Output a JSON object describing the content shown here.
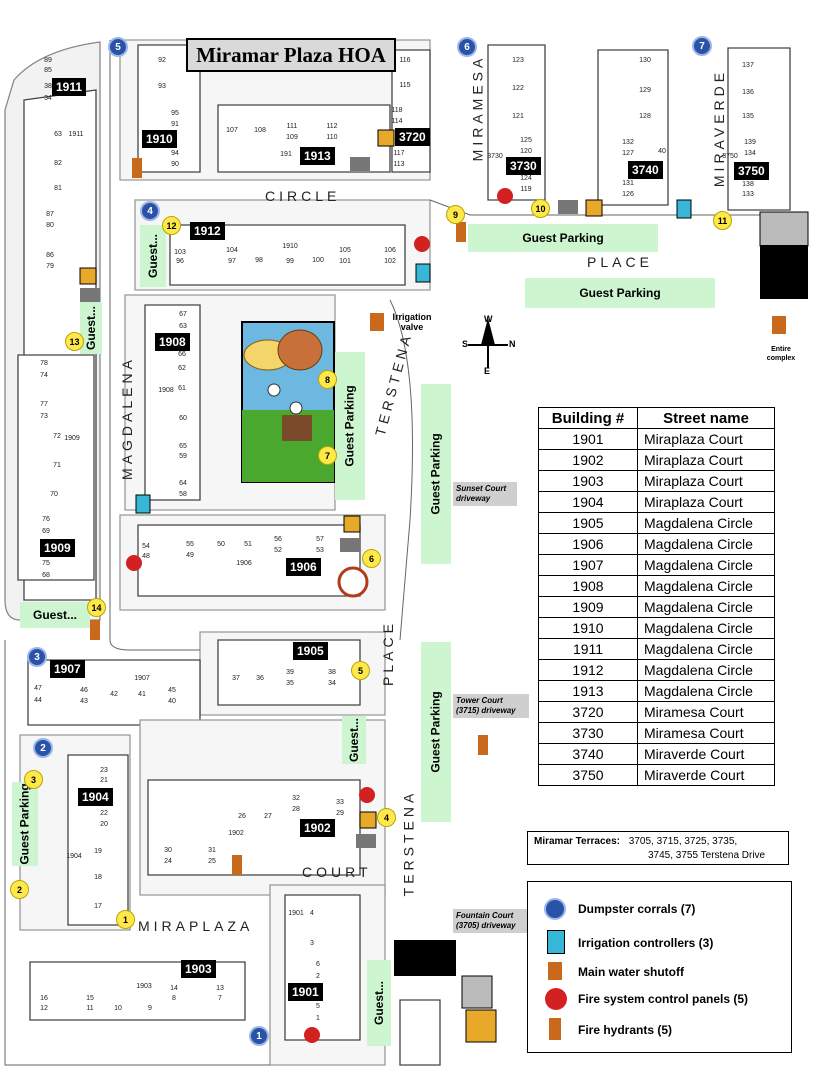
{
  "title": "Miramar Plaza HOA",
  "streets": {
    "circle": "CIRCLE",
    "place_top": "PLACE",
    "magdalena": "MAGDALENA",
    "miramesa": "MIRAMESA",
    "miraverde": "MIRAVERDE",
    "terstena_upper": "TERSTENA",
    "place_mid": "PLACE",
    "court": "COURT",
    "miraplaza": "MIRAPLAZA",
    "terstena_lower": "TERSTENA"
  },
  "buildings": [
    "1911",
    "1910",
    "1913",
    "3720",
    "3730",
    "3740",
    "3750",
    "1912",
    "1908",
    "1909",
    "1906",
    "1907",
    "1905",
    "1904",
    "1902",
    "1903",
    "1901"
  ],
  "guest_parking": {
    "top_center": "Guest Parking",
    "top_right": "Guest Parking",
    "left_12": "Guest...",
    "left_13": "Guest...",
    "center_vertical": "Guest Parking",
    "right_vertical_upper": "Guest Parking",
    "left_14": "Guest...",
    "right_vertical_lower": "Guest Parking",
    "mid_small": "Guest...",
    "left_lower": "Guest Parking",
    "bottom_small": "Guest..."
  },
  "markers": [
    "1",
    "2",
    "3",
    "4",
    "5",
    "6",
    "7",
    "8",
    "9",
    "10",
    "11",
    "12",
    "13",
    "14"
  ],
  "dumpsters": [
    "1",
    "2",
    "3",
    "4",
    "5",
    "6",
    "7"
  ],
  "irrigation_valve": "Irrigation valve",
  "entire_complex": "Entire complex",
  "compass": {
    "n": "N",
    "s": "S",
    "e": "E",
    "w": "W"
  },
  "driveways": {
    "sunset": "Sunset Court driveway",
    "tower": "Tower Court (3715)  driveway",
    "fountain": "Fountain Court (3705) driveway"
  },
  "table": {
    "header_building": "Building #",
    "header_street": "Street name",
    "rows": [
      {
        "building": "1901",
        "street": "Miraplaza Court"
      },
      {
        "building": "1902",
        "street": "Miraplaza Court"
      },
      {
        "building": "1903",
        "street": "Miraplaza Court"
      },
      {
        "building": "1904",
        "street": "Miraplaza Court"
      },
      {
        "building": "1905",
        "street": "Magdalena Circle"
      },
      {
        "building": "1906",
        "street": "Magdalena Circle"
      },
      {
        "building": "1907",
        "street": "Magdalena Circle"
      },
      {
        "building": "1908",
        "street": "Magdalena Circle"
      },
      {
        "building": "1909",
        "street": "Magdalena Circle"
      },
      {
        "building": "1910",
        "street": "Magdalena Circle"
      },
      {
        "building": "1911",
        "street": "Magdalena Circle"
      },
      {
        "building": "1912",
        "street": "Magdalena Circle"
      },
      {
        "building": "1913",
        "street": "Magdalena Circle"
      },
      {
        "building": "3720",
        "street": "Miramesa Court"
      },
      {
        "building": "3730",
        "street": "Miramesa Court"
      },
      {
        "building": "3740",
        "street": "Miraverde Court"
      },
      {
        "building": "3750",
        "street": "Miraverde Court"
      }
    ]
  },
  "terraces": {
    "label": "Miramar Terraces:",
    "line1": "3705, 3715, 3725, 3735,",
    "line2": "3745, 3755 Terstena Drive"
  },
  "legend": [
    {
      "icon": "dumpster-icon",
      "label": "Dumpster corrals (7)"
    },
    {
      "icon": "irrigation-controller-icon",
      "label": "Irrigation controllers (3)"
    },
    {
      "icon": "water-shutoff-icon",
      "label": "Main water shutoff"
    },
    {
      "icon": "fire-panel-icon",
      "label": "Fire system control panels (5)"
    },
    {
      "icon": "fire-hydrant-icon",
      "label": "Fire hydrants (5)"
    }
  ],
  "unit_numbers": {
    "b1911": [
      "89",
      "85",
      "38",
      "34",
      "63",
      "1911",
      "82",
      "81",
      "87",
      "80",
      "86",
      "79"
    ],
    "b1910": [
      "92",
      "93",
      "95",
      "91",
      "94",
      "90"
    ],
    "b1913": [
      "107",
      "108",
      "111",
      "109",
      "112",
      "110",
      "191"
    ],
    "b3720": [
      "116",
      "115",
      "118",
      "114",
      "117",
      "113"
    ],
    "b3730": [
      "123",
      "122",
      "121",
      "125",
      "120",
      "3730",
      "124",
      "119"
    ],
    "b3740": [
      "130",
      "129",
      "128",
      "132",
      "127",
      "40",
      "131",
      "126"
    ],
    "b3750": [
      "137",
      "136",
      "135",
      "139",
      "134",
      "3750",
      "138",
      "133"
    ],
    "b1912": [
      "103",
      "96",
      "104",
      "97",
      "98",
      "1910",
      "99",
      "100",
      "105",
      "101",
      "106",
      "102"
    ],
    "b1908": [
      "67",
      "63",
      "66",
      "62",
      "1908",
      "61",
      "60",
      "65",
      "59",
      "64",
      "58"
    ],
    "b1909": [
      "78",
      "74",
      "77",
      "73",
      "72",
      "1909",
      "71",
      "70",
      "76",
      "69",
      "75",
      "68"
    ],
    "b1906": [
      "54",
      "48",
      "55",
      "49",
      "50",
      "51",
      "1906",
      "56",
      "52",
      "57",
      "53"
    ],
    "b1907": [
      "47",
      "44",
      "46",
      "43",
      "42",
      "1907",
      "41",
      "45",
      "40"
    ],
    "b1905": [
      "37",
      "36",
      "39",
      "35",
      "38",
      "34"
    ],
    "b1904": [
      "23",
      "21",
      "22",
      "20",
      "19",
      "1904",
      "18",
      "17"
    ],
    "b1902": [
      "30",
      "24",
      "31",
      "25",
      "26",
      "1902",
      "27",
      "32",
      "28",
      "33",
      "29"
    ],
    "b1903": [
      "16",
      "12",
      "15",
      "11",
      "10",
      "1903",
      "9",
      "14",
      "8",
      "13",
      "7"
    ],
    "b1901": [
      "1901",
      "4",
      "3",
      "6",
      "2",
      "5",
      "1"
    ]
  },
  "colors": {
    "guest_parking": "#ccf5d0",
    "dumpster": "#2a53a8",
    "marker": "#ffe84a",
    "fire_panel": "#d32020",
    "irrigation": "#38b6d8"
  }
}
